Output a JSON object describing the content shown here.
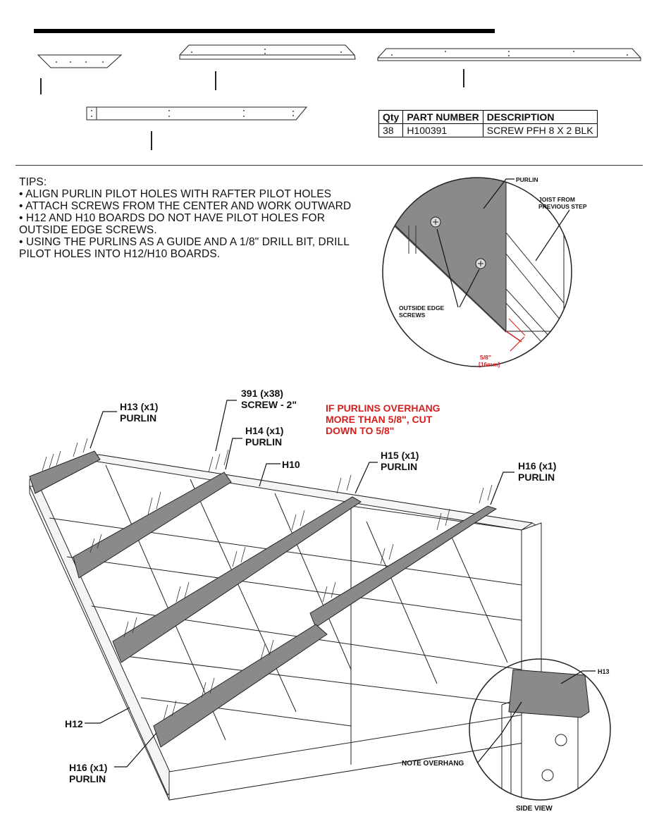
{
  "tips": {
    "title": "TIPS:",
    "lines": [
      "• ALIGN PURLIN PILOT HOLES WITH RAFTER PILOT HOLES",
      "• ATTACH SCREWS FROM THE CENTER AND WORK OUTWARD",
      "• H12 AND H10 BOARDS DO NOT HAVE PILOT HOLES FOR",
      "OUTSIDE EDGE SCREWS.",
      "• USING THE PURLINS AS A GUIDE AND A 1/8\" DRILL BIT, DRILL",
      "PILOT HOLES INTO H12/H10 BOARDS."
    ]
  },
  "parts_table": {
    "headers": [
      "Qty",
      "PART NUMBER",
      "DESCRIPTION"
    ],
    "rows": [
      [
        "38",
        "H100391",
        "SCREW PFH 8 X 2 BLK"
      ]
    ]
  },
  "detail_top": {
    "purlin_label": "PURLIN",
    "joist_label_1": "JOIST FROM",
    "joist_label_2": "PREVIOUS STEP",
    "screws_label_1": "OUTSIDE EDGE",
    "screws_label_2": "SCREWS",
    "dim_1": "5/8\"",
    "dim_2": "[16mm]"
  },
  "main": {
    "h13_1": "H13 (x1)",
    "h13_2": "PURLIN",
    "screw_1": "391 (x38)",
    "screw_2": "SCREW - 2\"",
    "h14_1": "H14 (x1)",
    "h14_2": "PURLIN",
    "h10": "H10",
    "h15_1": "H15 (x1)",
    "h15_2": "PURLIN",
    "h16a_1": "H16 (x1)",
    "h16a_2": "PURLIN",
    "h12": "H12",
    "h16b_1": "H16 (x1)",
    "h16b_2": "PURLIN",
    "warning_1": "IF PURLINS OVERHANG",
    "warning_2": "MORE THAN 5/8\", CUT",
    "warning_3": "DOWN TO 5/8\""
  },
  "detail_side": {
    "h13": "H13",
    "overhang": "NOTE OVERHANG",
    "caption": "SIDE VIEW"
  },
  "colors": {
    "warning_red": "#d61f1f",
    "purlin_gray": "#8a8a8a"
  }
}
